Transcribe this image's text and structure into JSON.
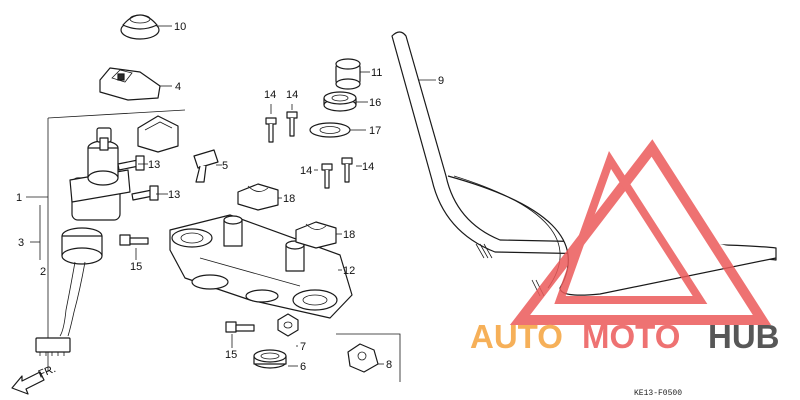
{
  "diagram": {
    "code": "KE13-F0500",
    "direction_label": "FR.",
    "callouts": [
      "10",
      "4",
      "1",
      "2",
      "3",
      "13",
      "13",
      "5",
      "14",
      "14",
      "14",
      "14",
      "11",
      "16",
      "17",
      "18",
      "18",
      "12",
      "15",
      "15",
      "7",
      "6",
      "8",
      "9"
    ]
  },
  "watermark": {
    "text_auto": "AUTO",
    "text_moto": "MOTO",
    "text_hub": "HUB",
    "color_orange": "#f5a33d",
    "color_red": "#ec5a5a",
    "color_dark": "#3a3a3a"
  }
}
